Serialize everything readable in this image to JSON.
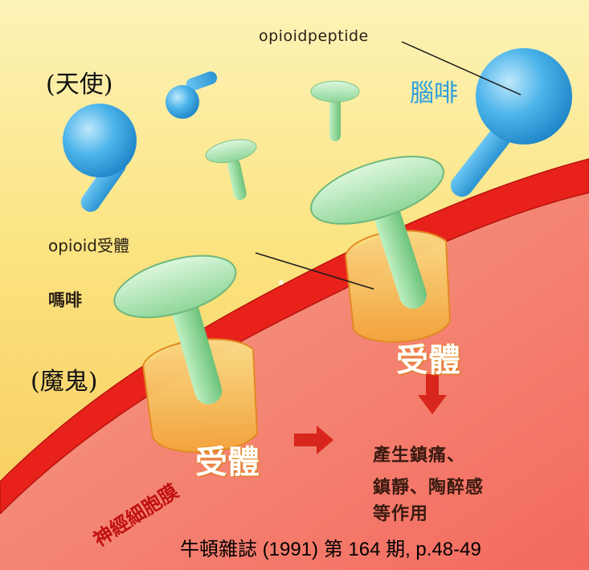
{
  "labels": {
    "opioid_peptide": "opioidpeptide",
    "angel": "(天使)",
    "endorphin": "腦啡",
    "opioid_receptor": "opioid受體",
    "morphine": "嗎啡",
    "devil": "(魔鬼)",
    "receptor_1": "受體",
    "receptor_2": "受體",
    "effect_line1": "產生鎮痛、",
    "effect_line2": "鎮靜、陶醉感",
    "effect_line3": "等作用",
    "membrane": "神經細胞膜",
    "source": "牛頓雜誌 (1991) 第 164 期, p.48-49"
  },
  "colors": {
    "endorphin_blue": "#3ba8e3",
    "morphine_green": "#a8e6b0",
    "membrane_red": "#e8221b",
    "receptor_orange": "#f7b24a",
    "arrow_red": "#d8261c",
    "background_yellow": "#fde98a"
  }
}
